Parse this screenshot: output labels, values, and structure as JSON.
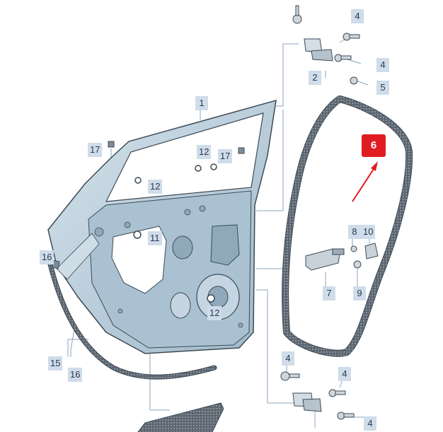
{
  "callouts": [
    {
      "id": "c1",
      "text": "1"
    },
    {
      "id": "c2",
      "text": "2"
    },
    {
      "id": "c4a",
      "text": "4"
    },
    {
      "id": "c4b",
      "text": "4"
    },
    {
      "id": "c4c",
      "text": "4"
    },
    {
      "id": "c4d",
      "text": "4"
    },
    {
      "id": "c4e",
      "text": "4"
    },
    {
      "id": "c5",
      "text": "5"
    },
    {
      "id": "c6",
      "text": "6"
    },
    {
      "id": "c7",
      "text": "7"
    },
    {
      "id": "c8",
      "text": "8"
    },
    {
      "id": "c9",
      "text": "9"
    },
    {
      "id": "c10",
      "text": "10"
    },
    {
      "id": "c11",
      "text": "11"
    },
    {
      "id": "c12a",
      "text": "12"
    },
    {
      "id": "c12b",
      "text": "12"
    },
    {
      "id": "c12c",
      "text": "12"
    },
    {
      "id": "c15",
      "text": "15"
    },
    {
      "id": "c16a",
      "text": "16"
    },
    {
      "id": "c16b",
      "text": "16"
    },
    {
      "id": "c17a",
      "text": "17"
    },
    {
      "id": "c17b",
      "text": "17"
    }
  ],
  "colors": {
    "panel": "#b8cfdd",
    "panel_dark": "#8fa9bb",
    "outline": "#3d4a55",
    "seal": "#5c6670",
    "callout_bg": "#cfdcea",
    "highlight": "#e01c22",
    "leader": "#8aa6bd"
  },
  "highlighted_callout": "c6"
}
